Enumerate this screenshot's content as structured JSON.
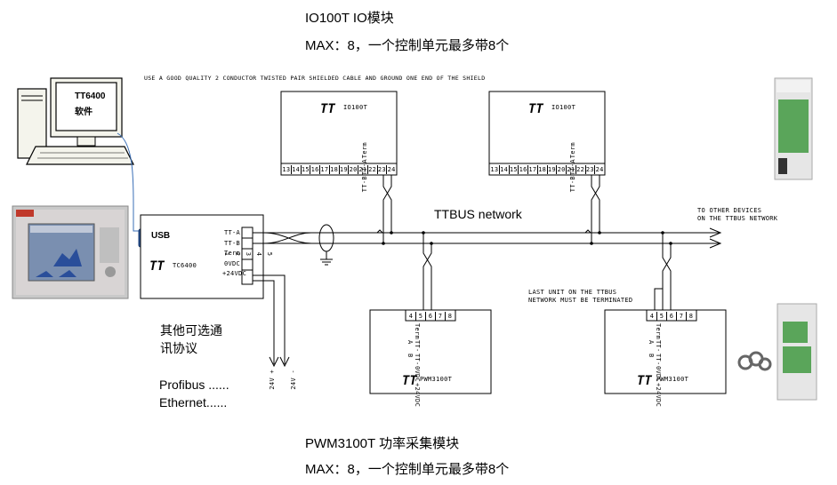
{
  "top_title": "IO100T  IO模块",
  "top_max": "MAX：8，一个控制单元最多带8个",
  "cable_note": "USE A GOOD QUALITY 2 CONDUCTOR TWISTED PAIR SHIELDED CABLE AND GROUND ONE END OF THE SHIELD",
  "pc_label_1": "TT6400",
  "pc_label_2": "软件",
  "usb_label": "USB",
  "tc6400": {
    "name": "TC6400",
    "terms": [
      "TT-A",
      "TT-B",
      "Term",
      "0VDC",
      "+24VDC"
    ],
    "pins": [
      "5",
      "4",
      "3",
      "2",
      "1"
    ]
  },
  "io_left": {
    "name": "IO100T",
    "pins": [
      "13",
      "14",
      "15",
      "16",
      "17",
      "18",
      "19",
      "20",
      "21",
      "22",
      "23",
      "24"
    ],
    "terms": [
      "Term",
      "TT-A",
      "TT-B"
    ]
  },
  "io_right": {
    "name": "IO100T",
    "pins": [
      "13",
      "14",
      "15",
      "16",
      "17",
      "18",
      "19",
      "20",
      "21",
      "22",
      "23",
      "24"
    ],
    "terms": [
      "Term",
      "TT-A",
      "TT-B"
    ]
  },
  "bus_label": "TTBUS  network",
  "other_devices_1": "TO OTHER DEVICES",
  "other_devices_2": "ON THE TTBUS NETWORK",
  "last_unit_1": "LAST UNIT ON THE TTBUS",
  "last_unit_2": "NETWORK MUST BE TERMINATED",
  "pwm_left": {
    "name": "PWM3100T",
    "pins": [
      "4",
      "5",
      "6",
      "7",
      "8"
    ],
    "terms": [
      "Term",
      "TT-A",
      "TT-B",
      "0VDC",
      "+24VDC"
    ]
  },
  "pwm_right": {
    "name": "PWM3100T",
    "pins": [
      "4",
      "5",
      "6",
      "7",
      "8"
    ],
    "terms": [
      "Term",
      "TT-A",
      "TT-B",
      "0VDC",
      "+24VDC"
    ]
  },
  "power_labels": [
    "24V +",
    "24V -"
  ],
  "other_protocols_1": "其他可选通",
  "other_protocols_2": "讯协议",
  "profibus": "Profibus ......",
  "ethernet": "Ethernet......",
  "bottom_title": "PWM3100T  功率采集模块",
  "bottom_max": "MAX：8，一个控制单元最多带8个"
}
